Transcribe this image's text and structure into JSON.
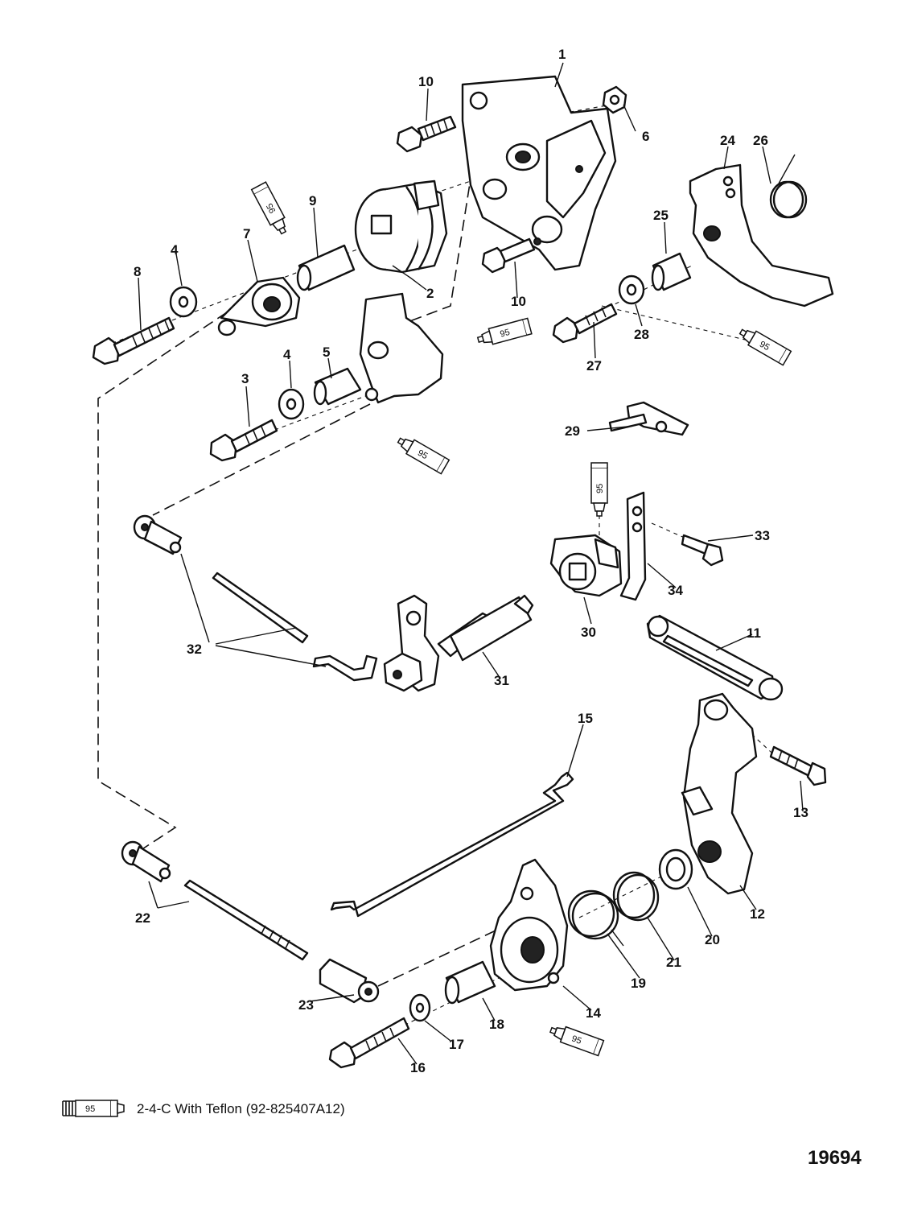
{
  "callouts": {
    "c1": "1",
    "c2": "2",
    "c3": "3",
    "c4a": "4",
    "c4b": "4",
    "c5": "5",
    "c6": "6",
    "c7": "7",
    "c8": "8",
    "c9": "9",
    "c10a": "10",
    "c10b": "10",
    "c11": "11",
    "c12": "12",
    "c13": "13",
    "c14": "14",
    "c15": "15",
    "c16": "16",
    "c17": "17",
    "c18": "18",
    "c19": "19",
    "c20": "20",
    "c21": "21",
    "c22": "22",
    "c23": "23",
    "c24": "24",
    "c25": "25",
    "c26": "26",
    "c27": "27",
    "c28": "28",
    "c29": "29",
    "c30": "30",
    "c31": "31",
    "c32": "32",
    "c33": "33",
    "c34": "34"
  },
  "lubricant_tube_label": "95",
  "legend": {
    "tube_label": "95",
    "text": "2-4-C With Teflon (92-825407A12)"
  },
  "figure_number": "19694"
}
